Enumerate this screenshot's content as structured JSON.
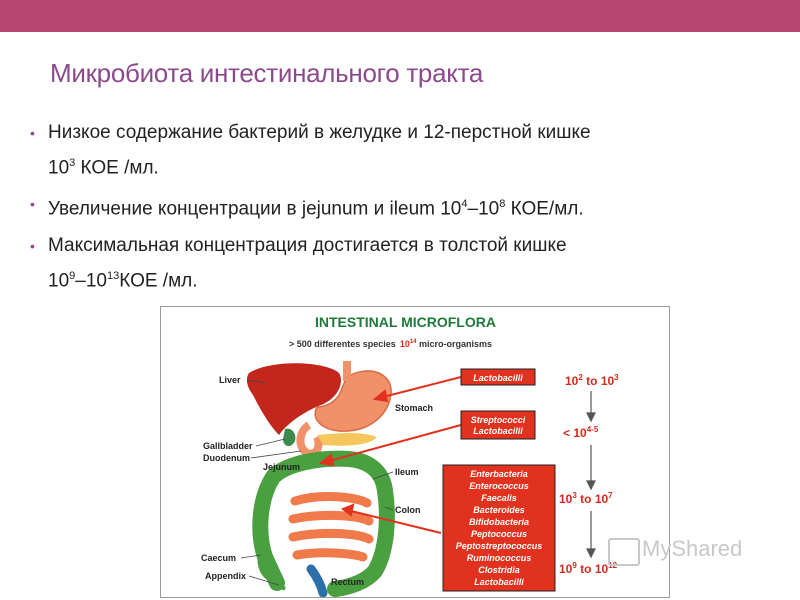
{
  "slide": {
    "title": "Микробиота интестинального тракта",
    "bullets": [
      {
        "line1": "Низкое содержание бактерий в желудке и 12-перстной кишке",
        "l2_pre": "10",
        "l2_sup": "3",
        "l2_post": " КОЕ /мл."
      },
      {
        "pre": "Увеличение концентрации в jejunum и ileum 10",
        "sup1": "4",
        "mid": "–10",
        "sup2": "8",
        "post": "  КОЕ/мл."
      },
      {
        "line1": " Максимальная концентрация достигается в толстой кишке",
        "l2_a": "10",
        "l2_sup1": "9",
        "l2_b": "–10",
        "l2_sup2": "13",
        "l2_c": "КОЕ /мл."
      }
    ]
  },
  "figure": {
    "title": "INTESTINAL MICROFLORA",
    "subtitle_pre": "> 500 differentes species",
    "subtitle_num": "10",
    "subtitle_sup": "14",
    "subtitle_post": " micro-organisms",
    "labels": {
      "liver": "Liver",
      "stomach": "Stomach",
      "gallbladder": "Gallbladder",
      "duodenum": "Duodenum",
      "jejunum": "Jejunum",
      "ileum": "Ileum",
      "colon": "Colon",
      "caecum": "Caecum",
      "appendix": "Appendix",
      "rectum": "Rectum"
    },
    "boxes": {
      "stomach": [
        "Lactobacilli"
      ],
      "small_intestine": [
        "Streptococci",
        "Lactobacilli"
      ],
      "colon": [
        "Enterbacteria",
        "Enterococcus",
        "Faecalis",
        "Bacteroides",
        "Bifidobacteria",
        "Peptococcus",
        "Peptostreptococcus",
        "Ruminococcus",
        "Clostridia",
        "Lactobacilli"
      ]
    },
    "concentrations": [
      {
        "base1": "10",
        "sup1": "2",
        "mid": " to ",
        "base2": "10",
        "sup2": "3"
      },
      {
        "pre": "< ",
        "base": "10",
        "sup": "4-5"
      },
      {
        "base1": "10",
        "sup1": "3",
        "mid": " to ",
        "base2": "10",
        "sup2": "7"
      },
      {
        "base1": "10",
        "sup1": "9",
        "mid": " to ",
        "base2": "10",
        "sup2": "12"
      }
    ],
    "colors": {
      "accent_red": "#e0321e",
      "title_green": "#1f7a3a",
      "text_red": "#d42a1c"
    }
  },
  "watermark": {
    "text": "MyShared"
  }
}
